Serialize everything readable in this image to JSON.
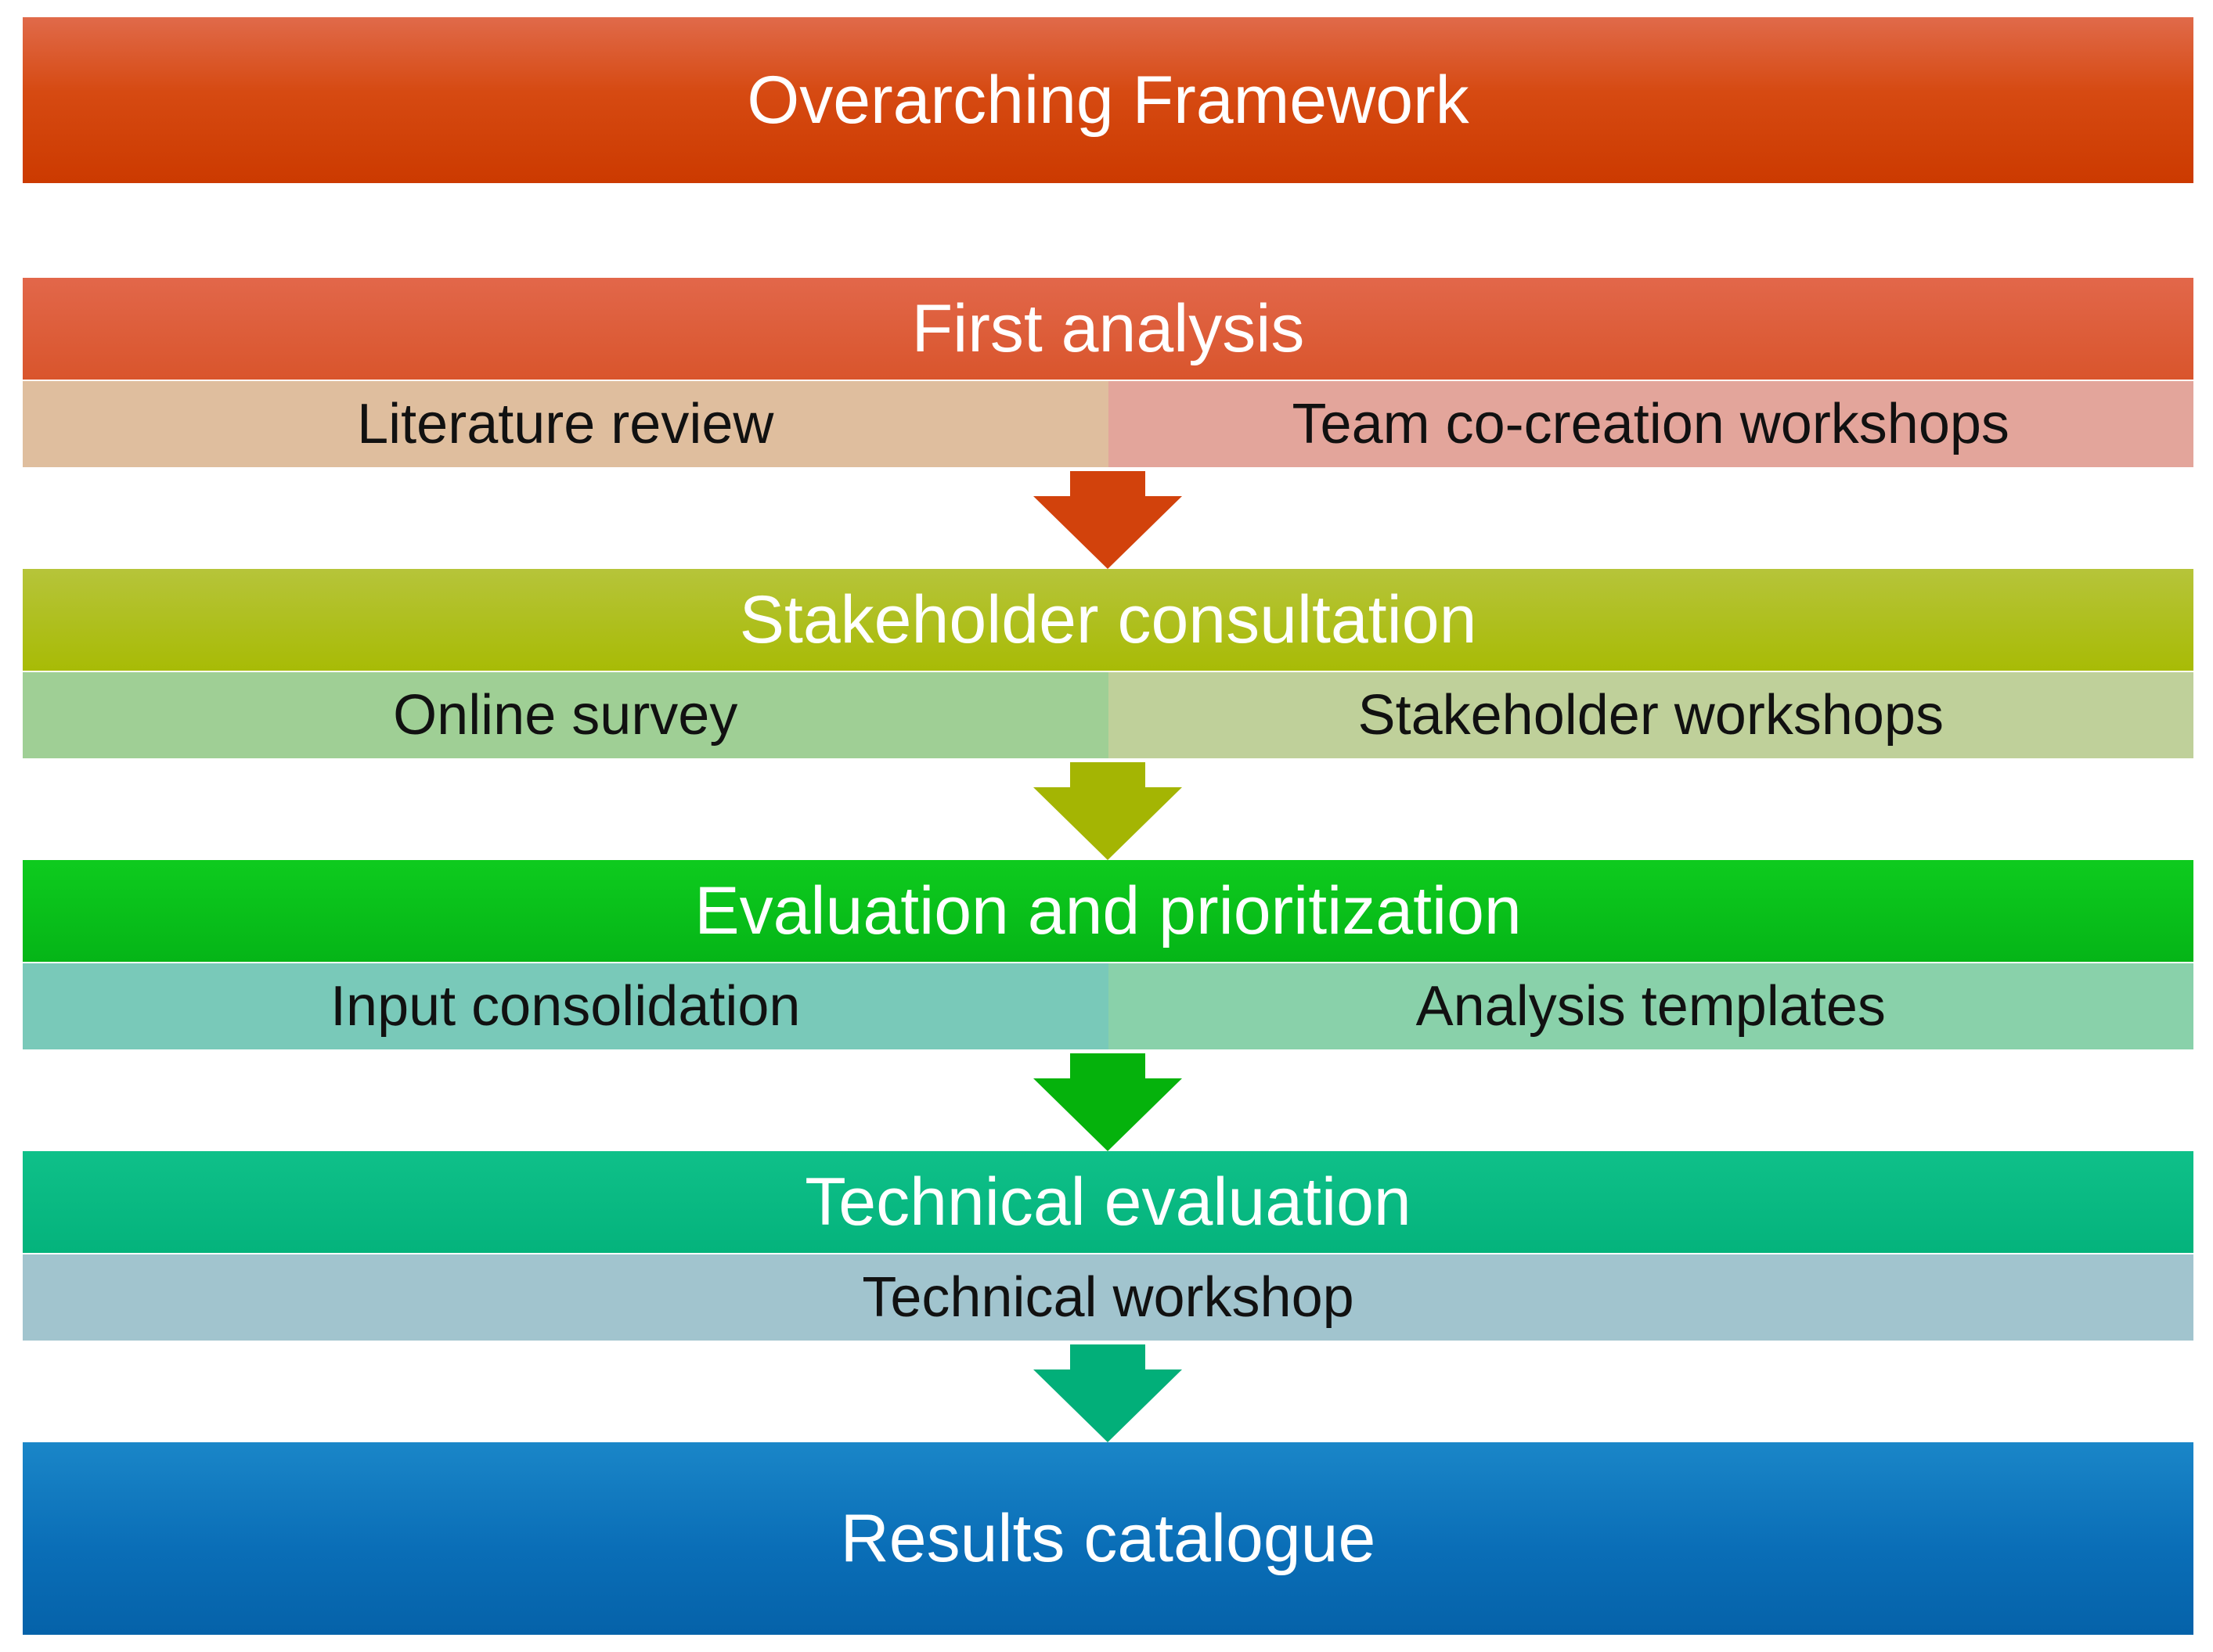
{
  "framework": {
    "label": "Overarching Framework",
    "color": "#d64a12"
  },
  "stages": [
    {
      "title": "First analysis",
      "color": "#d9552c",
      "subs": [
        {
          "label": "Literature review",
          "color": "#dfbe9e"
        },
        {
          "label": "Team co-creation workshops",
          "color": "#e3a59b"
        }
      ],
      "arrow_color": "#d2420c"
    },
    {
      "title": "Stakeholder consultation",
      "color": "#a8bb05",
      "subs": [
        {
          "label": "Online survey",
          "color": "#9fcf95"
        },
        {
          "label": "Stakeholder workshops",
          "color": "#bfd09a"
        }
      ],
      "arrow_color": "#a4b503"
    },
    {
      "title": "Evaluation and prioritization",
      "color": "#05b517",
      "subs": [
        {
          "label": "Input consolidation",
          "color": "#79c9b9"
        },
        {
          "label": "Analysis templates",
          "color": "#89d1aa"
        }
      ],
      "arrow_color": "#05b20c"
    },
    {
      "title": "Technical evaluation",
      "color": "#04b37c",
      "subs": [
        {
          "label": "Technical workshop",
          "color": "#a1c4ce"
        }
      ],
      "arrow_color": "#02af79"
    }
  ],
  "results": {
    "label": "Results catalogue",
    "color": "#0a6eb7"
  }
}
